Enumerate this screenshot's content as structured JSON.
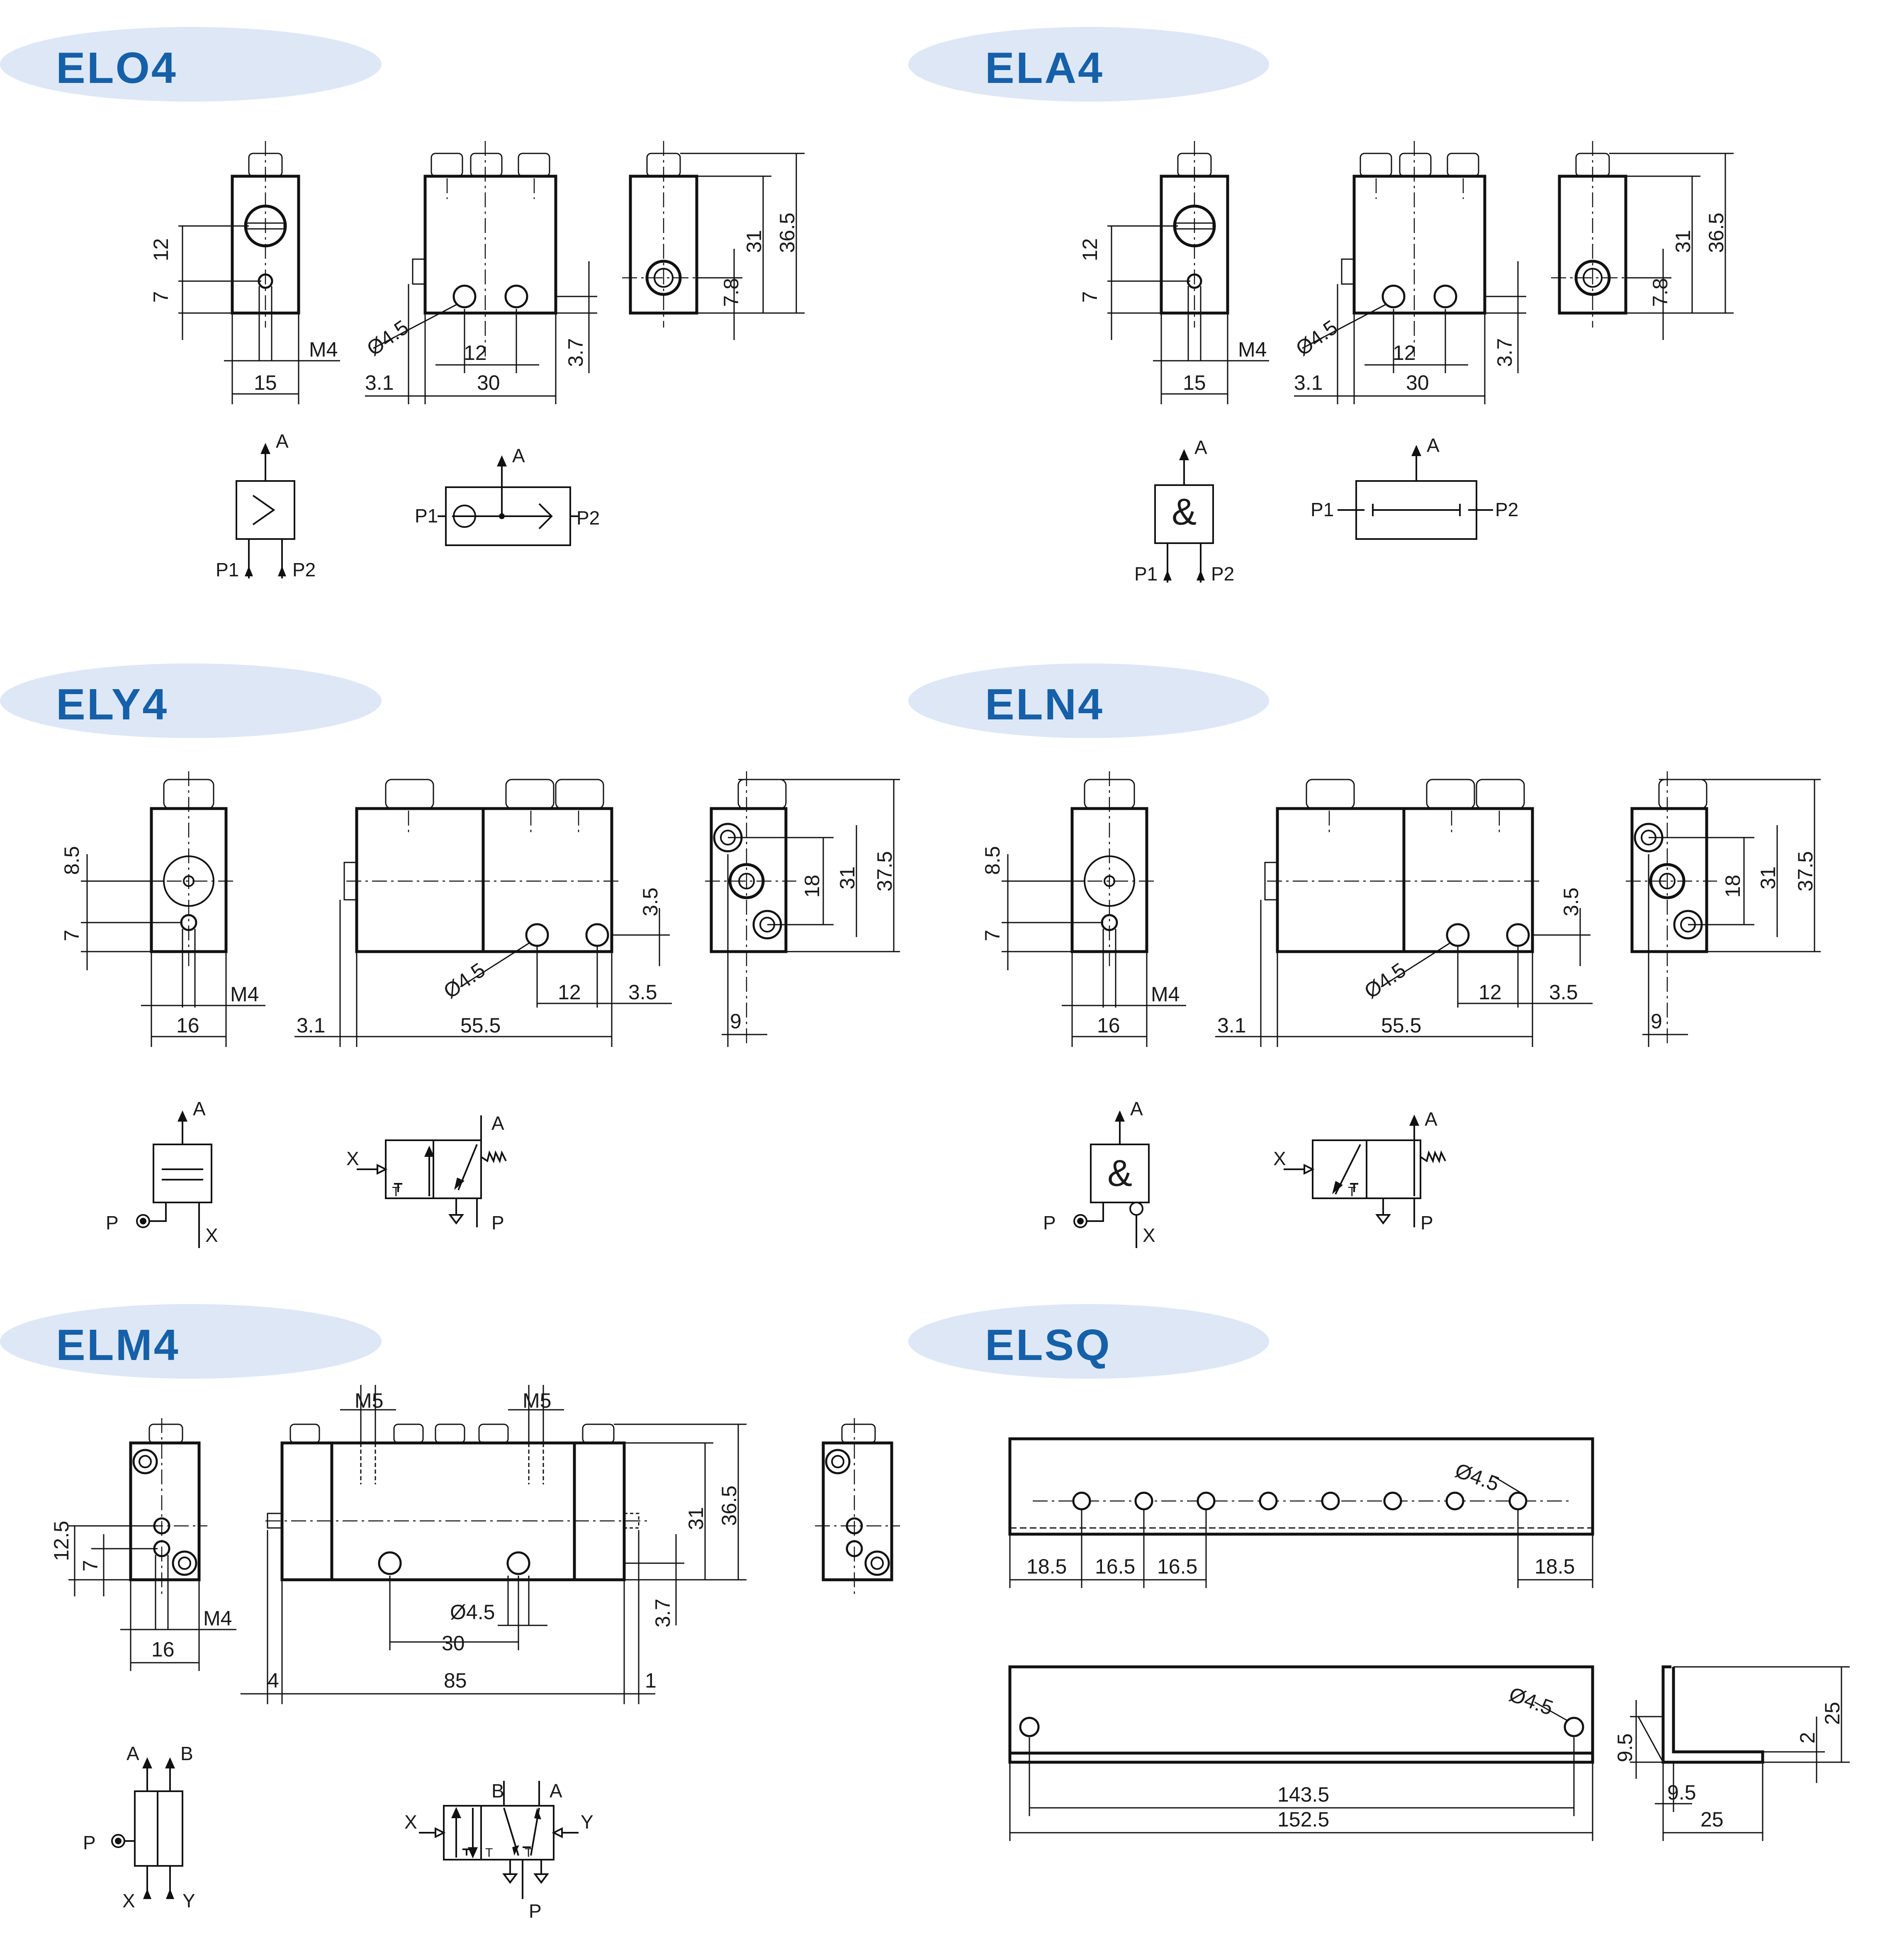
{
  "panels": {
    "elo4": {
      "title": "ELO4",
      "dims": {
        "d12": "12",
        "d7": "7",
        "dM4": "M4",
        "d15": "15",
        "dDia": "Ø4.5",
        "d12b": "12",
        "d31": "3.1",
        "d30": "30",
        "d37": "3.7",
        "d78": "7.8",
        "d31b": "31",
        "d365": "36.5"
      },
      "ports": {
        "a1": "A",
        "p1": "P1",
        "p2": "P2",
        "a2": "A",
        "p1b": "P1",
        "p2b": "P2"
      }
    },
    "ela4": {
      "title": "ELA4",
      "dims": {
        "d12": "12",
        "d7": "7",
        "dM4": "M4",
        "d15": "15",
        "dDia": "Ø4.5",
        "d12b": "12",
        "d31": "3.1",
        "d30": "30",
        "d37": "3.7",
        "d78": "7.8",
        "d31b": "31",
        "d365": "36.5"
      },
      "ports": {
        "a1": "A",
        "p1": "P1",
        "p2": "P2",
        "a2": "A",
        "p1b": "P1",
        "p2b": "P2",
        "and": "&"
      }
    },
    "ely4": {
      "title": "ELY4",
      "dims": {
        "d85": "8.5",
        "d7": "7",
        "dM4": "M4",
        "d16": "16",
        "d31": "3.1",
        "d555": "55.5",
        "dDia": "Ø4.5",
        "d12": "12",
        "d35a": "3.5",
        "d35b": "3.5",
        "d18": "18",
        "d31b": "31",
        "d375": "37.5",
        "d9": "9"
      },
      "ports": {
        "a1": "A",
        "p": "P",
        "x": "X",
        "x2": "X",
        "a2": "A",
        "t": "T",
        "p2": "P"
      }
    },
    "eln4": {
      "title": "ELN4",
      "dims": {
        "d85": "8.5",
        "d7": "7",
        "dM4": "M4",
        "d16": "16",
        "d31": "3.1",
        "d555": "55.5",
        "dDia": "Ø4.5",
        "d12": "12",
        "d35a": "3.5",
        "d35b": "3.5",
        "d18": "18",
        "d31b": "31",
        "d375": "37.5",
        "d9": "9"
      },
      "ports": {
        "a1": "A",
        "p": "P",
        "x": "X",
        "and": "&",
        "x2": "X",
        "a2": "A",
        "t": "T",
        "p2": "P"
      }
    },
    "elm4": {
      "title": "ELM4",
      "dims": {
        "d125": "12.5",
        "d7": "7",
        "dM4": "M4",
        "d16": "16",
        "dM5a": "M5",
        "dM5b": "M5",
        "d31": "31",
        "d365": "36.5",
        "dDia": "Ø4.5",
        "d30": "30",
        "d37": "3.7",
        "d4": "4",
        "d85": "85",
        "d1": "1"
      },
      "ports": {
        "a": "A",
        "b": "B",
        "p": "P",
        "x": "X",
        "y": "Y",
        "x2": "X",
        "b2": "B",
        "a2": "A",
        "y2": "Y",
        "t1": "T",
        "t2": "T",
        "p2": "P"
      }
    },
    "elsq": {
      "title": "ELSQ",
      "dims": {
        "dDia1": "Ø4.5",
        "d185a": "18.5",
        "d165a": "16.5",
        "d165b": "16.5",
        "d185b": "18.5",
        "dDia2": "Ø4.5",
        "d1435": "143.5",
        "d1525": "152.5",
        "d95a": "9.5",
        "d2": "2",
        "d25a": "25",
        "d95b": "9.5",
        "d25b": "25"
      }
    }
  }
}
